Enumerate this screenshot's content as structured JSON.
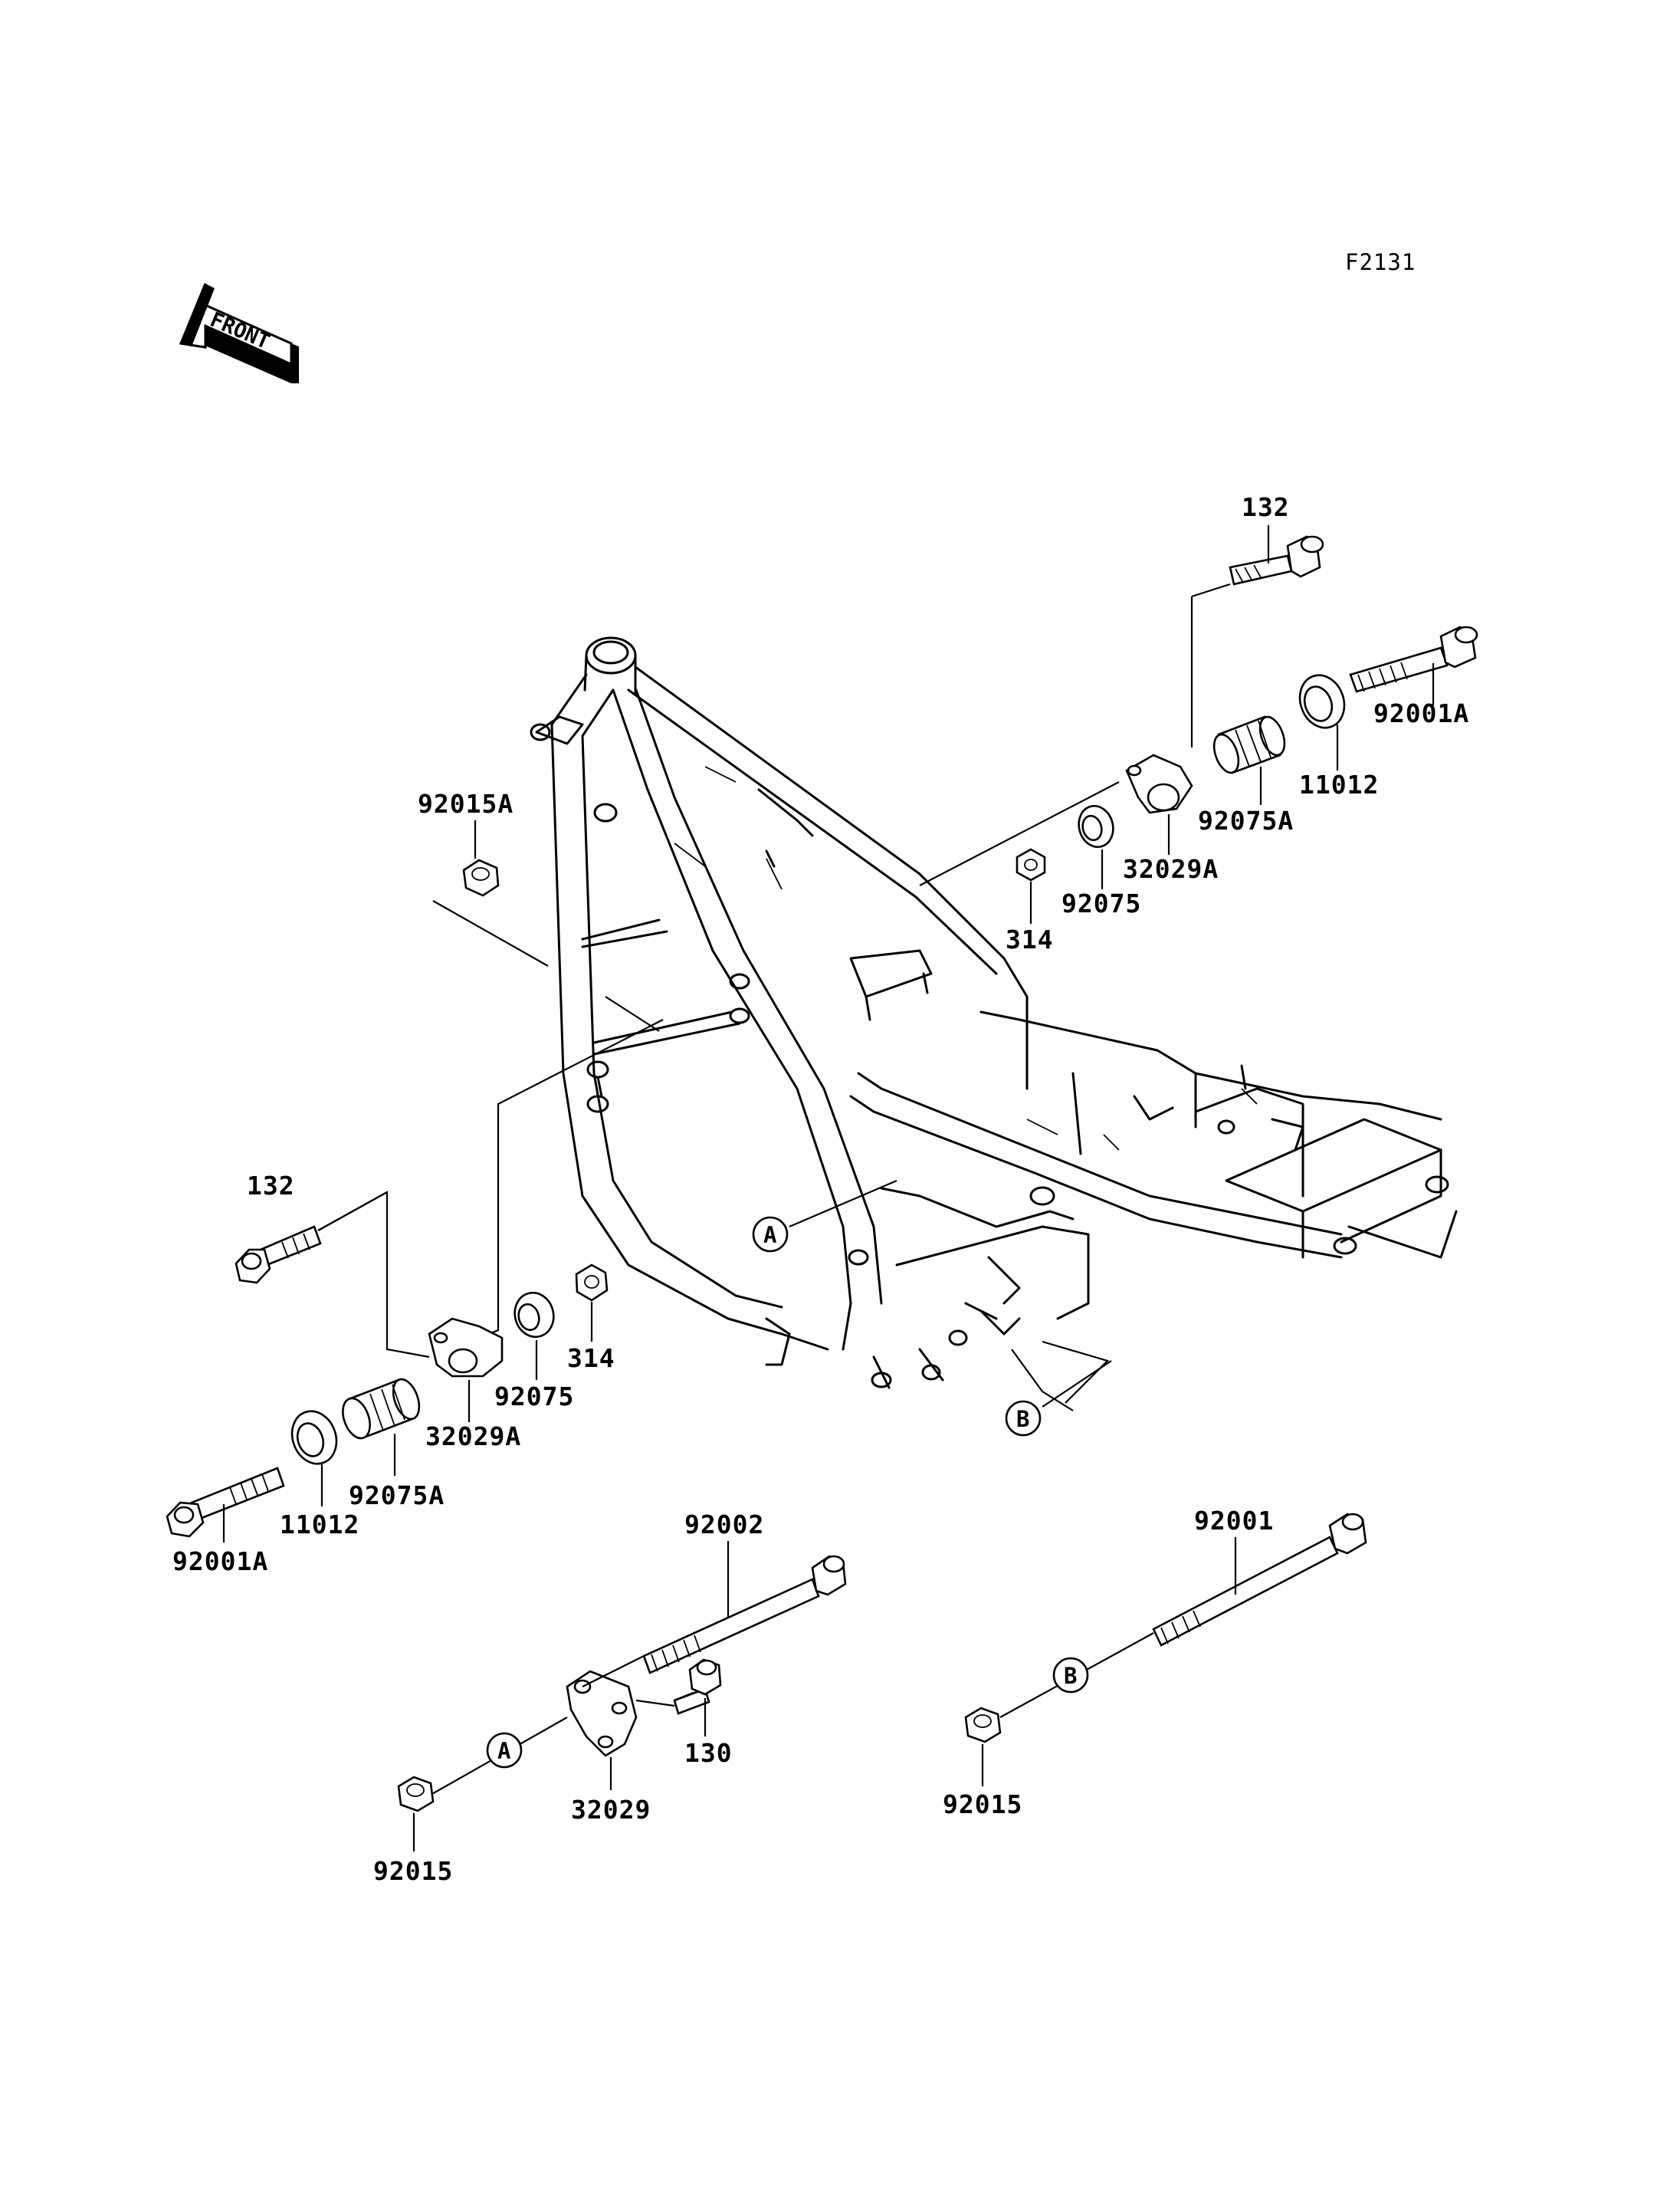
{
  "diagram_code": "F2131",
  "front_arrow_text": "FRONT",
  "callouts": {
    "a": "A",
    "b": "B"
  },
  "labels": {
    "bolt_132_upper": "132",
    "bolt_92001A_upper": "92001A",
    "collar_11012_upper": "11012",
    "rubber_92075A_upper": "92075A",
    "bracket_32029A_upper": "32029A",
    "spacer_92075_upper": "92075",
    "nut_314_upper": "314",
    "nut_92015A": "92015A",
    "bolt_132_lower": "132",
    "bracket_32029A_lower": "32029A",
    "spacer_92075_lower": "92075",
    "nut_314_lower": "314",
    "rubber_92075A_lower": "92075A",
    "collar_11012_lower": "11012",
    "bolt_92001A_lower": "92001A",
    "bolt_92002": "92002",
    "bolt_130": "130",
    "bracket_32029": "32029",
    "nut_92015_left": "92015",
    "bolt_92001": "92001",
    "nut_92015_right": "92015"
  }
}
